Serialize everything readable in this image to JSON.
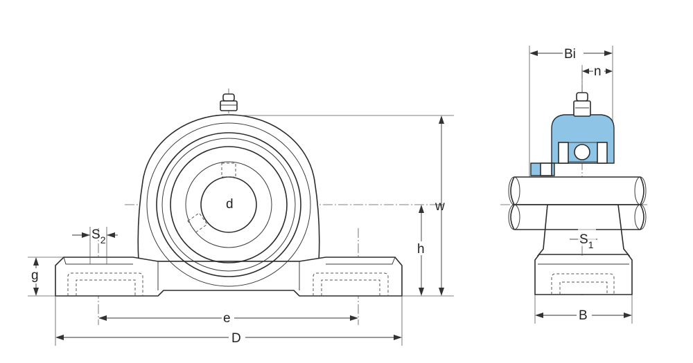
{
  "diagram": {
    "colors": {
      "outline": "#2b2b2b",
      "housing_fill": "#ffffff",
      "bearing_highlight": "#8ec5e6"
    },
    "labels": {
      "bore_diameter": "d",
      "overall_height": "w",
      "center_height": "h",
      "bolt_spacing": "e",
      "overall_length": "D",
      "base_height": "g",
      "slot_width": "S",
      "slot_width_subscript": "2",
      "inner_ring_width": "Bi",
      "offset": "n",
      "shoulder": "S",
      "shoulder_subscript": "1",
      "base_width": "B"
    }
  }
}
